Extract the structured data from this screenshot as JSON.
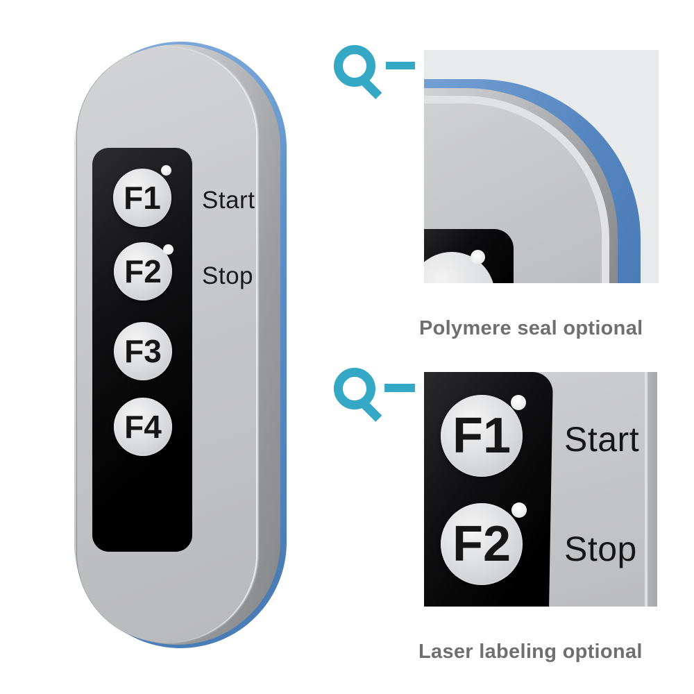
{
  "figure": {
    "background": "#ffffff",
    "accent_teal": "#35a8c6",
    "seal_blue": "#5a8dc6",
    "caption_gray": "#6f6f6f",
    "body_silver": "#c6c7c9",
    "keypad_black": "#0b0b0d"
  },
  "device": {
    "buttons": [
      {
        "label": "F1",
        "led": true
      },
      {
        "label": "F2",
        "led": true
      },
      {
        "label": "F3",
        "led": false
      },
      {
        "label": "F4",
        "led": false
      }
    ],
    "labels": [
      {
        "text": "Start"
      },
      {
        "text": "Stop"
      }
    ]
  },
  "detail_top": {
    "caption": "Polymere seal optional"
  },
  "detail_bottom": {
    "caption": "Laser labeling optional",
    "buttons": [
      {
        "label": "F1"
      },
      {
        "label": "F2"
      }
    ],
    "labels": [
      {
        "text": "Start"
      },
      {
        "text": "Stop"
      }
    ]
  }
}
